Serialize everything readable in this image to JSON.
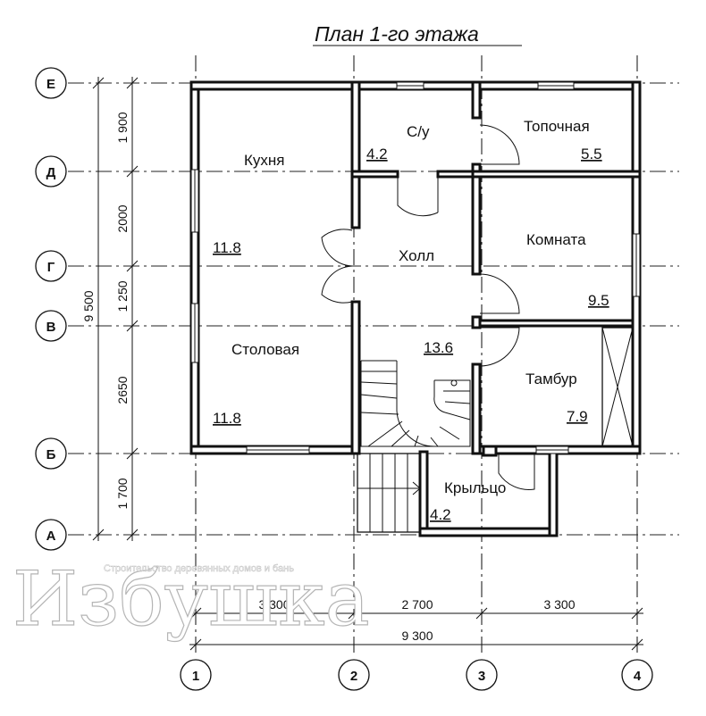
{
  "title": "План  1-го этажа",
  "row_axes": [
    "Е",
    "Д",
    "Г",
    "В",
    "Б",
    "А"
  ],
  "column_axes": [
    "1",
    "2",
    "3",
    "4"
  ],
  "row_dimensions": [
    "1 900",
    "2000",
    "1 250",
    "2650",
    "1 700"
  ],
  "row_total": "9 500",
  "column_dimensions": [
    "3 300",
    "2 700",
    "3 300"
  ],
  "column_total": "9 300",
  "rooms": {
    "kitchen": {
      "name": "Кухня",
      "area": "11.8"
    },
    "wc": {
      "name": "С/у",
      "area": "4.2"
    },
    "boiler": {
      "name": "Топочная",
      "area": "5.5"
    },
    "hall": {
      "name": "Холл",
      "area": "13.6"
    },
    "room": {
      "name": "Комната",
      "area": "9.5"
    },
    "dining": {
      "name": "Столовая",
      "area": "11.8"
    },
    "vestibule": {
      "name": "Тамбур",
      "area": "7.9"
    },
    "porch": {
      "name": "Крыльцо",
      "area": "4.2"
    }
  },
  "watermark": {
    "logo": "Избушка",
    "tagline": "Строительство деревянных домов и бань"
  }
}
